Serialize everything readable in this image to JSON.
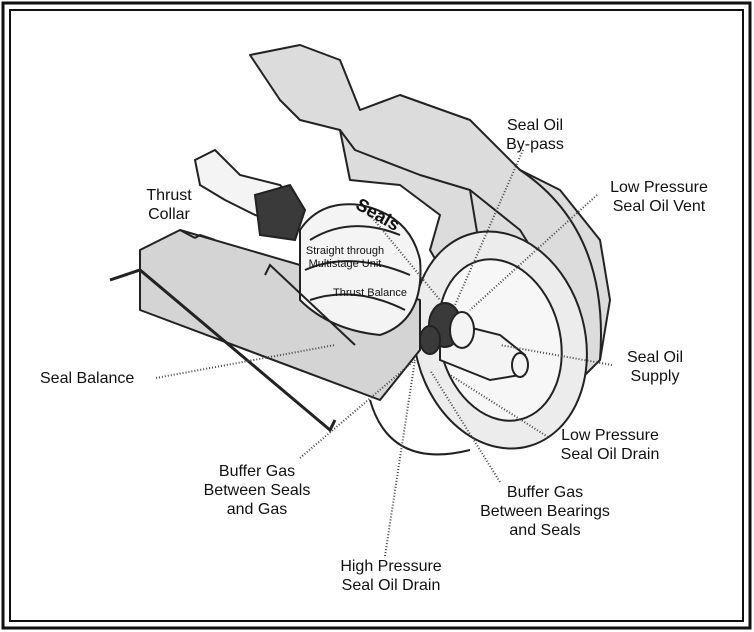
{
  "labels": {
    "seal_oil_bypass": [
      "Seal Oil",
      "By-pass"
    ],
    "low_pressure_seal_oil_vent": [
      "Low Pressure",
      "Seal Oil Vent"
    ],
    "thrust_collar": [
      "Thrust",
      "Collar"
    ],
    "seals": "Seals",
    "straight_through_multistage_unit": [
      "Straight through",
      "Multistage Unit"
    ],
    "thrust_balance": "Thrust Balance",
    "seal_oil_supply": [
      "Seal Oil",
      "Supply"
    ],
    "seal_balance": "Seal Balance",
    "low_pressure_seal_oil_drain": [
      "Low Pressure",
      "Seal Oil Drain"
    ],
    "buffer_gas_between_seals_and_gas": [
      "Buffer Gas",
      "Between Seals",
      "and Gas"
    ],
    "buffer_gas_between_bearings_and_seals": [
      "Buffer Gas",
      "Between Bearings",
      "and Seals"
    ],
    "high_pressure_seal_oil_drain": [
      "High Pressure",
      "Seal Oil Drain"
    ]
  },
  "colors": {
    "frame": "#111111",
    "line": "#222222",
    "housing_fill": "#dcdcdc",
    "shaft_fill": "#f4f4f4",
    "dark_seal": "#3a3a3a",
    "leader": "#444444"
  }
}
